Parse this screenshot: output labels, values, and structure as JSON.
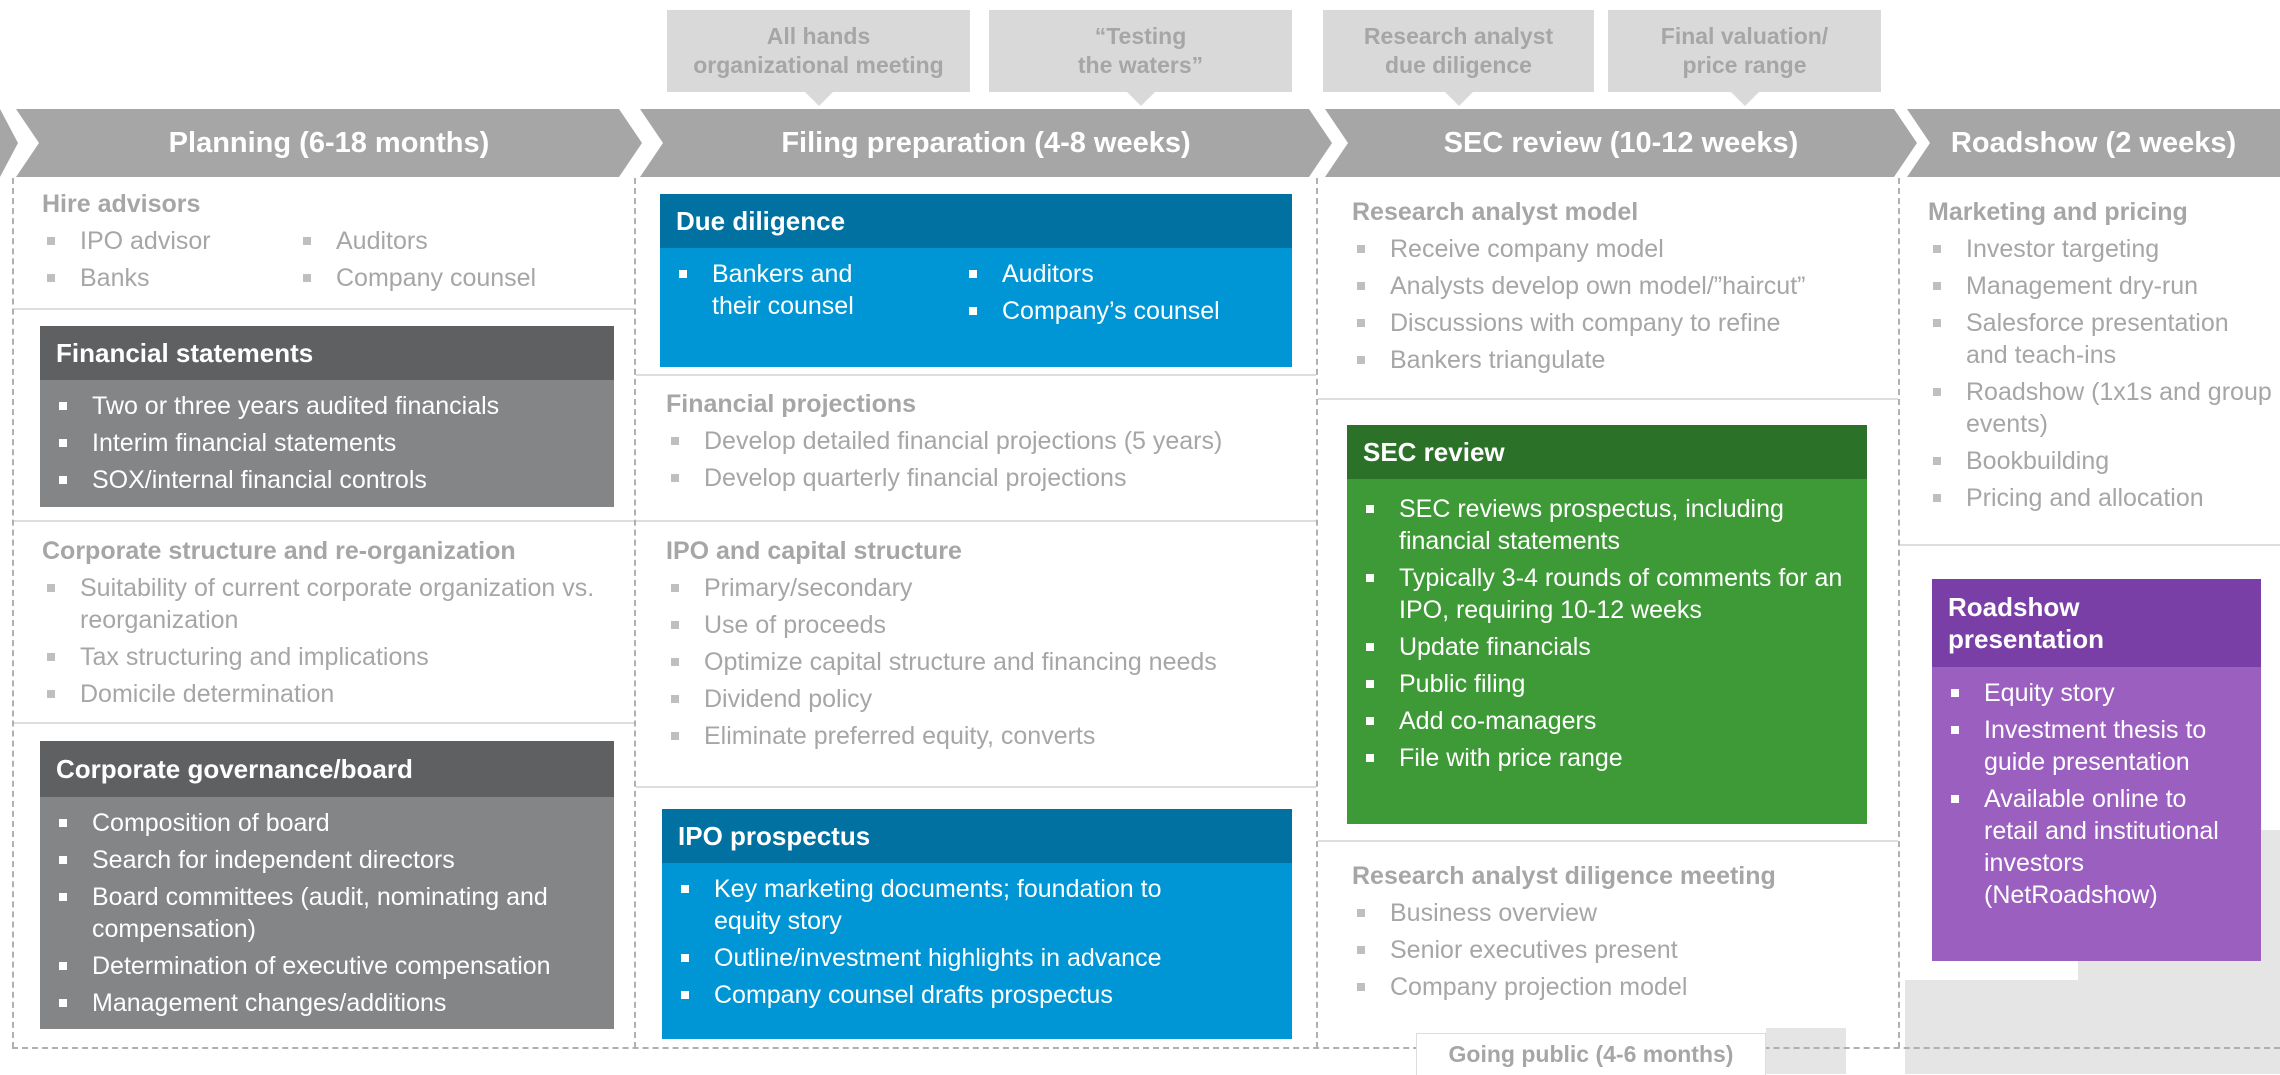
{
  "milestones": [
    "All hands\norganizational meeting",
    "“Testing\nthe waters”",
    "Research analyst\ndue diligence",
    "Final valuation/\nprice range"
  ],
  "phases": [
    "Planning (6-18 months)",
    "Filing preparation (4-8 weeks)",
    "SEC review (10-12 weeks)",
    "Roadshow (2 weeks)"
  ],
  "planning": {
    "hire_advisors": {
      "title": "Hire advisors",
      "col1": [
        "IPO advisor",
        "Banks"
      ],
      "col2": [
        "Auditors",
        "Company counsel"
      ]
    },
    "financial_statements": {
      "title": "Financial statements",
      "items": [
        "Two or three years audited financials",
        "Interim financial statements",
        "SOX/internal financial controls"
      ]
    },
    "corporate_structure": {
      "title": "Corporate structure and re-organization",
      "items": [
        "Suitability of current corporate organization vs. reorganization",
        "Tax structuring and implications",
        "Domicile determination"
      ]
    },
    "governance": {
      "title": "Corporate governance/board",
      "items": [
        "Composition of board",
        "Search for independent directors",
        "Board committees (audit, nominating and compensation)",
        "Determination of executive compensation",
        "Management changes/additions"
      ]
    }
  },
  "filing": {
    "due_diligence": {
      "title": "Due diligence",
      "col1": [
        "Bankers and their counsel"
      ],
      "col2": [
        "Auditors",
        "Company’s counsel"
      ]
    },
    "projections": {
      "title": "Financial projections",
      "items": [
        "Develop detailed financial projections (5 years)",
        "Develop quarterly financial projections"
      ]
    },
    "capital": {
      "title": "IPO and capital structure",
      "items": [
        "Primary/secondary",
        "Use of proceeds",
        "Optimize capital structure and financing needs",
        "Dividend policy",
        "Eliminate preferred equity, converts"
      ]
    },
    "prospectus": {
      "title": "IPO prospectus",
      "items": [
        "Key marketing documents; foundation to equity story",
        "Outline/investment highlights in advance",
        "Company counsel drafts prospectus"
      ]
    }
  },
  "sec": {
    "analyst_model": {
      "title": "Research analyst model",
      "items": [
        "Receive company model",
        "Analysts develop own model/”haircut”",
        "Discussions with company to refine",
        "Bankers triangulate"
      ]
    },
    "review": {
      "title": "SEC review",
      "items": [
        "SEC reviews prospectus, including financial statements",
        "Typically 3-4 rounds of comments for an IPO, requiring 10-12 weeks",
        "Update financials",
        "Public filing",
        "Add co-managers",
        "File with price range"
      ]
    },
    "diligence_meeting": {
      "title": "Research analyst diligence meeting",
      "items": [
        "Business overview",
        "Senior executives present",
        "Company projection model"
      ]
    }
  },
  "roadshow": {
    "marketing": {
      "title": "Marketing and pricing",
      "items": [
        "Investor targeting",
        "Management dry-run",
        "Salesforce presentation and teach-ins",
        "Roadshow (1x1s and group events)",
        "Bookbuilding",
        "Pricing and allocation"
      ]
    },
    "presentation": {
      "title": "Roadshow presentation",
      "items": [
        "Equity story",
        "Investment thesis to guide presentation",
        "Available online to retail and institutional investors (NetRoadshow)"
      ]
    }
  },
  "footer_label": "Going public (4-6 months)",
  "colors": {
    "chevron": "#a6a6a6",
    "gray_header": "#5f6062",
    "gray_body": "#838587",
    "blue_header": "#0071a0",
    "blue_body": "#0096d6",
    "green_header": "#2b7228",
    "green_body": "#3e9a36",
    "purple_header": "#7a3fa6",
    "purple_body": "#9b5fc0"
  }
}
